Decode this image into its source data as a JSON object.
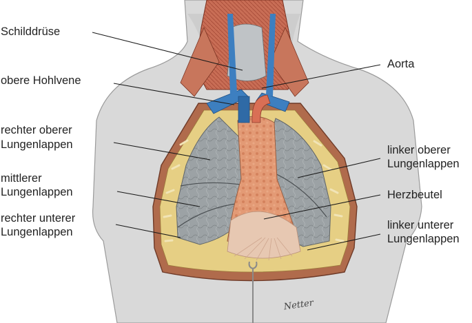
{
  "labels": {
    "schilddruese": "Schilddrüse",
    "obere_hohlvene": "obere Hohlvene",
    "rechter_oberer_1": "rechter oberer",
    "rechter_oberer_2": "Lungenlappen",
    "mittlerer_1": "mittlerer",
    "mittlerer_2": "Lungenlappen",
    "rechter_unterer_1": "rechter unterer",
    "rechter_unterer_2": "Lungenlappen",
    "aorta": "Aorta",
    "linker_oberer_1": "linker oberer",
    "linker_oberer_2": "Lungenlappen",
    "herzbeutel": "Herzbeutel",
    "linker_unterer_1": "linker unterer",
    "linker_unterer_2": "Lungenlappen"
  },
  "signature": "Netter",
  "colors": {
    "skin": "#dcdcdc",
    "skin_shadow": "#a9a9a9",
    "lung": "#9aa0a3",
    "muscle": "#c0624f",
    "vein": "#3d7fc0",
    "pericardium": "#e2c3ae",
    "fat": "#e8d27a"
  }
}
